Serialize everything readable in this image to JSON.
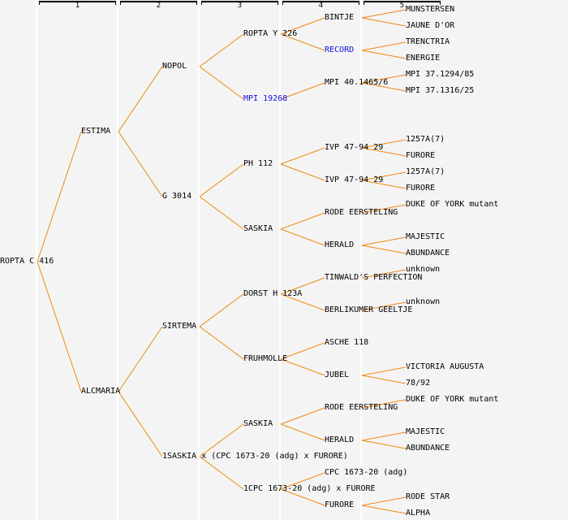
{
  "columns": [
    "1",
    "2",
    "3",
    "4",
    "5"
  ],
  "colors": {
    "line": "#f08a10",
    "link_text": "#1010e0",
    "text": "#000000",
    "background": "#f4f4f4"
  },
  "tree": {
    "name": "ROPTA C 416",
    "parents": [
      {
        "name": "ESTIMA",
        "parents": [
          {
            "name": "NOPOL",
            "parents": [
              {
                "name": "ROPTA Y 226",
                "parents": [
                  {
                    "name": "BINTJE",
                    "parents": [
                      {
                        "name": "MUNSTERSEN"
                      },
                      {
                        "name": "JAUNE D'OR"
                      }
                    ]
                  },
                  {
                    "name": "RECORD",
                    "highlight": true,
                    "parents": [
                      {
                        "name": "TRENCTRIA"
                      },
                      {
                        "name": "ENERGIE"
                      }
                    ]
                  }
                ]
              },
              {
                "name": "MPI 19268",
                "highlight": true,
                "parents": [
                  {
                    "name": "MPI 40.1465/6",
                    "parents": [
                      {
                        "name": "MPI 37.1294/85"
                      },
                      {
                        "name": "MPI 37.1316/25"
                      }
                    ]
                  },
                  null
                ]
              }
            ]
          },
          {
            "name": "G 3014",
            "parents": [
              {
                "name": "PH 112",
                "parents": [
                  {
                    "name": "IVP 47-94 29",
                    "parents": [
                      {
                        "name": "1257A(7)"
                      },
                      {
                        "name": "FURORE"
                      }
                    ]
                  },
                  {
                    "name": "IVP 47-94 29",
                    "parents": [
                      {
                        "name": "1257A(7)"
                      },
                      {
                        "name": "FURORE"
                      }
                    ]
                  }
                ]
              },
              {
                "name": "SASKIA",
                "parents": [
                  {
                    "name": "RODE EERSTELING",
                    "parents": [
                      {
                        "name": "DUKE OF YORK mutant"
                      },
                      null
                    ]
                  },
                  {
                    "name": "HERALD",
                    "parents": [
                      {
                        "name": "MAJESTIC"
                      },
                      {
                        "name": "ABUNDANCE"
                      }
                    ]
                  }
                ]
              }
            ]
          }
        ]
      },
      {
        "name": "ALCMARIA",
        "parents": [
          {
            "name": "SIRTEMA",
            "parents": [
              {
                "name": "DORST H 123A",
                "parents": [
                  {
                    "name": "TINWALD'S PERFECTION",
                    "parents": [
                      {
                        "name": "unknown"
                      },
                      null
                    ]
                  },
                  {
                    "name": "BERLIKUMER GEELTJE",
                    "parents": [
                      {
                        "name": "unknown"
                      },
                      null
                    ]
                  }
                ]
              },
              {
                "name": "FRUHMOLLE",
                "parents": [
                  {
                    "name": "ASCHE 118"
                  },
                  {
                    "name": "JUBEL",
                    "parents": [
                      {
                        "name": "VICTORIA AUGUSTA"
                      },
                      {
                        "name": "78/92"
                      }
                    ]
                  }
                ]
              }
            ]
          },
          {
            "name": "1SASKIA x (CPC 1673-20 (adg) x FURORE)",
            "parents": [
              {
                "name": "SASKIA",
                "parents": [
                  {
                    "name": "RODE EERSTELING",
                    "parents": [
                      {
                        "name": "DUKE OF YORK mutant"
                      },
                      null
                    ]
                  },
                  {
                    "name": "HERALD",
                    "parents": [
                      {
                        "name": "MAJESTIC"
                      },
                      {
                        "name": "ABUNDANCE"
                      }
                    ]
                  }
                ]
              },
              {
                "name": "1CPC 1673-20 (adg) x FURORE",
                "parents": [
                  {
                    "name": "CPC 1673-20 (adg)"
                  },
                  {
                    "name": "FURORE",
                    "parents": [
                      {
                        "name": "RODE STAR"
                      },
                      {
                        "name": "ALPHA"
                      }
                    ]
                  }
                ]
              }
            ]
          }
        ]
      }
    ]
  }
}
